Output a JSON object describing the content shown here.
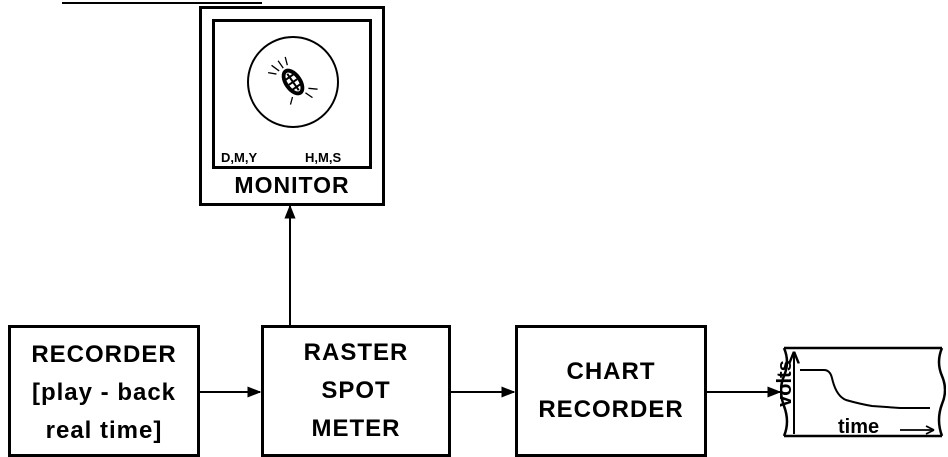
{
  "monitor": {
    "title": "MONITOR",
    "date_label": "D,M,Y",
    "time_label": "H,M,S"
  },
  "recorder": {
    "line1": "RECORDER",
    "line2": "[play - back",
    "line3": "real time]"
  },
  "raster_spot_meter": {
    "line1": "RASTER",
    "line2": "SPOT",
    "line3": "METER"
  },
  "chart_recorder": {
    "line1": "CHART",
    "line2": "RECORDER"
  },
  "chart_output": {
    "y_label": "volts",
    "x_label": "time"
  }
}
